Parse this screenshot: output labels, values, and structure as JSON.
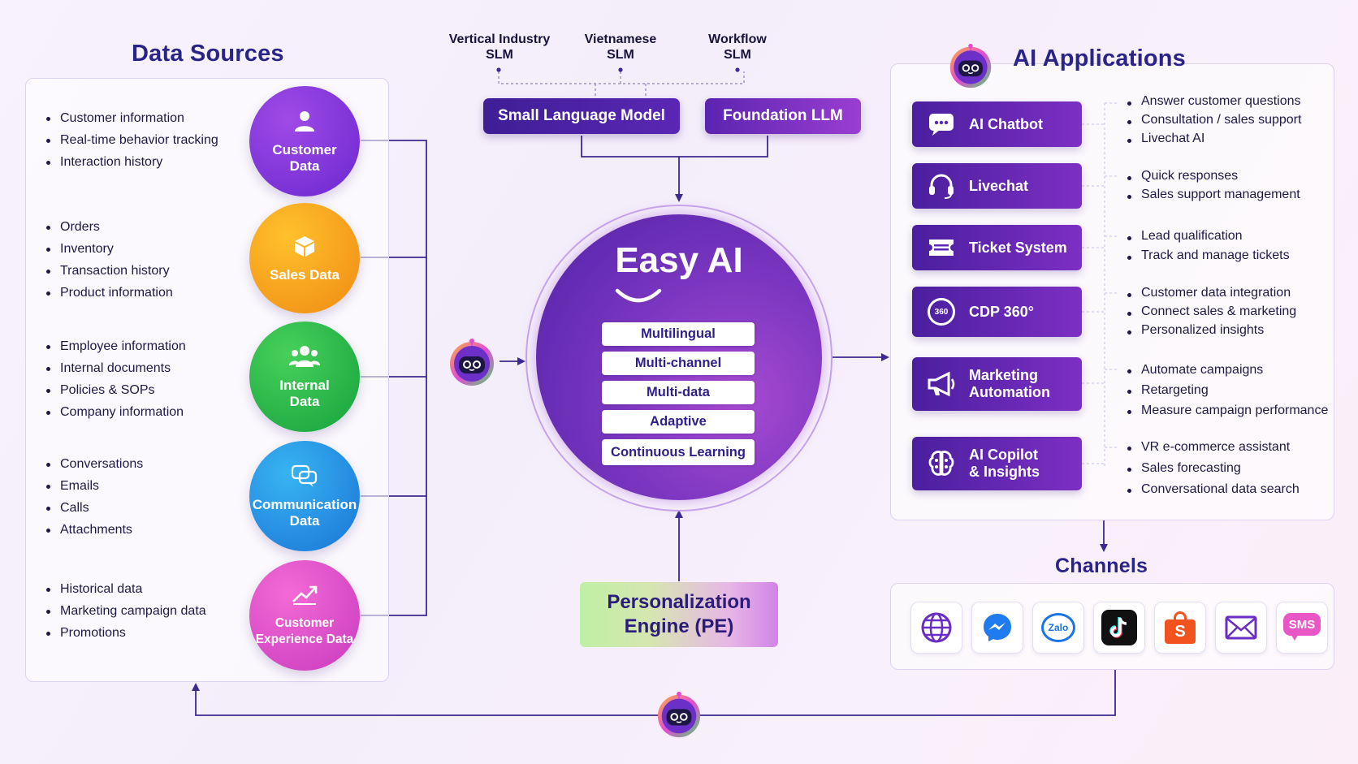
{
  "data_sources": {
    "title": "Data Sources",
    "groups": [
      {
        "label": "Customer\nData",
        "bullets": [
          "Customer information",
          "Real-time behavior tracking",
          "Interaction history"
        ]
      },
      {
        "label": "Sales Data",
        "bullets": [
          "Orders",
          "Inventory",
          "Transaction history",
          "Product information"
        ]
      },
      {
        "label": "Internal\nData",
        "bullets": [
          "Employee information",
          "Internal documents",
          "Policies & SOPs",
          "Company information"
        ]
      },
      {
        "label": "Communication\nData",
        "bullets": [
          "Conversations",
          "Emails",
          "Calls",
          "Attachments"
        ]
      },
      {
        "label": "Customer\nExperience Data",
        "bullets": [
          "Historical data",
          "Marketing campaign data",
          "Promotions"
        ]
      }
    ]
  },
  "models": {
    "sources": [
      "Vertical Industry\nSLM",
      "Vietnamese\nSLM",
      "Workflow\nSLM"
    ],
    "small_model": "Small Language Model",
    "foundation": "Foundation LLM"
  },
  "core": {
    "title": "Easy AI",
    "features": [
      "Multilingual",
      "Multi-channel",
      "Multi-data",
      "Adaptive",
      "Continuous Learning"
    ]
  },
  "engine": {
    "line1": "Personalization",
    "line2": "Engine (PE)"
  },
  "ai_applications": {
    "title": "AI Applications",
    "apps": [
      {
        "label": "AI Chatbot",
        "icon": "chat-icon",
        "bullets": [
          "Answer customer questions",
          "Consultation / sales support",
          "Livechat AI"
        ]
      },
      {
        "label": "Livechat",
        "icon": "headset-icon",
        "bullets": [
          "Quick responses",
          "Sales support management"
        ]
      },
      {
        "label": "Ticket System",
        "icon": "ticket-icon",
        "bullets": [
          "Lead qualification",
          "Track and manage tickets"
        ]
      },
      {
        "label": "CDP 360°",
        "icon": "cdp-360-icon",
        "icon_text": "360",
        "bullets": [
          "Customer data integration",
          "Connect sales & marketing",
          "Personalized insights"
        ]
      },
      {
        "label": "Marketing\nAutomation",
        "icon": "megaphone-icon",
        "bullets": [
          "Automate campaigns",
          "Retargeting",
          "Measure campaign performance"
        ]
      },
      {
        "label": "AI Copilot\n& Insights",
        "icon": "brain-icon",
        "bullets": [
          "VR e-commerce assistant",
          "Sales forecasting",
          "Conversational data search"
        ]
      }
    ]
  },
  "channels": {
    "title": "Channels",
    "items": [
      {
        "name": "web-icon"
      },
      {
        "name": "messenger-icon"
      },
      {
        "name": "zalo-icon",
        "text": "Zalo"
      },
      {
        "name": "tiktok-icon"
      },
      {
        "name": "shopee-icon",
        "text": "S"
      },
      {
        "name": "email-icon"
      },
      {
        "name": "sms-icon",
        "text": "SMS"
      }
    ]
  },
  "colors": {
    "accent": "#2a2488",
    "purple_dark": "#4a1f9e",
    "purple": "#7d2fc4",
    "line": "#3b2a8f"
  }
}
